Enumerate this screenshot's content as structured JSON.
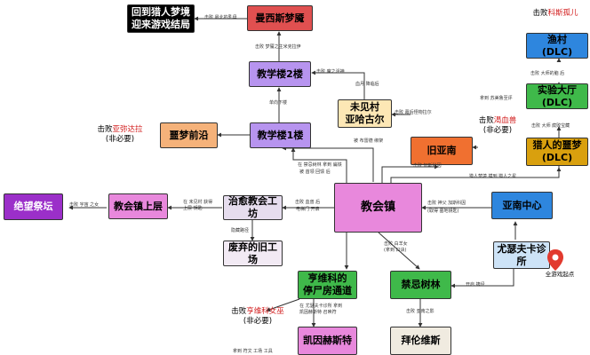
{
  "nodes": {
    "return_dream": {
      "label": "回到猎人梦境\n迎来游戏结局",
      "bg": "#000000",
      "fg": "#ffffff"
    },
    "mergo": {
      "label": "曼西斯梦魇",
      "bg": "#e05050",
      "fg": "#000000"
    },
    "upper_cathedral": {
      "label": "教学楼2楼",
      "bg": "#b794ef",
      "fg": "#000000"
    },
    "lecture1": {
      "label": "教学楼1楼",
      "bg": "#b794ef",
      "fg": "#000000"
    },
    "nightmare_frontier": {
      "label": "噩梦前沿",
      "bg": "#f5b27a",
      "fg": "#000000"
    },
    "hypogean": {
      "label": "未见村\n亚哈古尔",
      "bg": "#fde7b5",
      "fg": "#000000"
    },
    "old_yharnam": {
      "label": "旧亚南",
      "bg": "#f07030",
      "fg": "#000000"
    },
    "fishing_hamlet": {
      "label": "渔村\n(DLC)",
      "bg": "#2e86de",
      "fg": "#000000"
    },
    "research_hall": {
      "label": "实验大厅\n(DLC)",
      "bg": "#3fb94a",
      "fg": "#000000"
    },
    "hunters_nightmare": {
      "label": "猎人的噩梦\n(DLC)",
      "bg": "#d9a00e",
      "fg": "#000000"
    },
    "forsaken_altar": {
      "label": "绝望祭坛",
      "bg": "#9b2fc9",
      "fg": "#ffffff"
    },
    "upper_cathedral_ward": {
      "label": "教会镇上层",
      "bg": "#e888dc",
      "fg": "#000000"
    },
    "healing_workshop": {
      "label": "治愈教会工坊",
      "bg": "#e6ddee",
      "fg": "#000000"
    },
    "cathedral_ward": {
      "label": "教会镇",
      "bg": "#e888dc",
      "fg": "#000000"
    },
    "central_yharnam": {
      "label": "亚南中心",
      "bg": "#2e86de",
      "fg": "#000000"
    },
    "abandoned_workshop": {
      "label": "废弃的旧工场",
      "bg": "#f2eaf4",
      "fg": "#000000"
    },
    "yahar_gul_tunnel": {
      "label": "亨维科的\n停尸房通道",
      "bg": "#3fb94a",
      "fg": "#000000"
    },
    "forbidden_woods": {
      "label": "禁忌树林",
      "bg": "#3fb94a",
      "fg": "#000000"
    },
    "iosefka": {
      "label": "尤瑟夫卡诊所",
      "bg": "#cde3f7",
      "fg": "#000000"
    },
    "cainhurst": {
      "label": "凯因赫斯特",
      "bg": "#e888dc",
      "fg": "#000000"
    },
    "byrgenwerth": {
      "label": "拜伦维斯",
      "bg": "#f0ebe0",
      "fg": "#000000"
    }
  },
  "notes": {
    "amygdala": {
      "prefix": "击败",
      "name": "亚弥达拉",
      "suffix": "(非必要)"
    },
    "blood_beast": {
      "prefix": "击败",
      "name": "渴血兽",
      "suffix": "(非必要)"
    },
    "logarius": {
      "prefix": "击败",
      "name": "亨维科女巫",
      "suffix": "(非必要)"
    },
    "orphan": {
      "prefix": "击败",
      "name": "科斯孤儿"
    },
    "game_start": "全游戏起点"
  },
  "labels": {
    "l1": "击败 最北的乳母",
    "l2": "击败 梦魇之主米克拉伊",
    "l3": "击败 魔之淫神",
    "l4": "血月 降临后",
    "l5": "单向下楼",
    "l6": "击败 幕后怪物拉尔",
    "l7": "被 布雷德 绑架",
    "l8": "在 禁忌树林 拿到 扁铁",
    "l9": "被 首领 回馈 后",
    "l10": "拿到 苏美鲁至评",
    "l11": "击败 大师的脑 后",
    "l12": "击败 大师 腐败宝藏",
    "l13": "击败 加斯科因",
    "l14": "猎人梦境 摸到 猎人之星",
    "l15": "击败 神父 加斯科因",
    "l16": "(取得 墓地钥匙)",
    "l17": "击败 宇宙 之女",
    "l18": "在 未见村 获得\n上层 钥匙",
    "l19": "击败 血兽 后",
    "l20": "电梯门 开启",
    "l21": "隐藏路径",
    "l22": "击败 白羊女\n(拿到 口诀)",
    "l23": "在 尤瑟夫卡诊所 拿到\n凯因赫斯特 召唤符",
    "l24": "击败 亚南之影",
    "l25": "开启 捷径",
    "l26": "拿到 符文 工场 工具"
  }
}
